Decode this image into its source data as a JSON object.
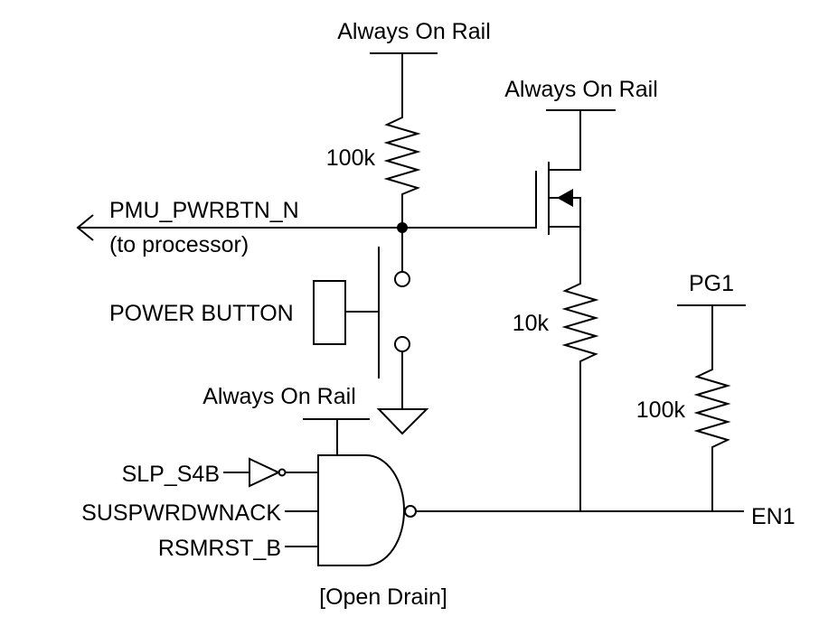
{
  "labels": {
    "rail_top": "Always On Rail",
    "rail_fet": "Always On Rail",
    "rail_gate": "Always On Rail",
    "res_pullup": "100k",
    "res_drain": "10k",
    "res_pg": "100k",
    "net_pwrbtn": "PMU_PWRBTN_N",
    "net_pwrbtn_note": "(to processor)",
    "power_button": "POWER BUTTON",
    "pg1": "PG1",
    "en1": "EN1",
    "in_slp": "SLP_S4B",
    "in_suspwr": "SUSPWRDWNACK",
    "in_rsmrst": "RSMRST_B",
    "gate_note": "[Open Drain]"
  }
}
